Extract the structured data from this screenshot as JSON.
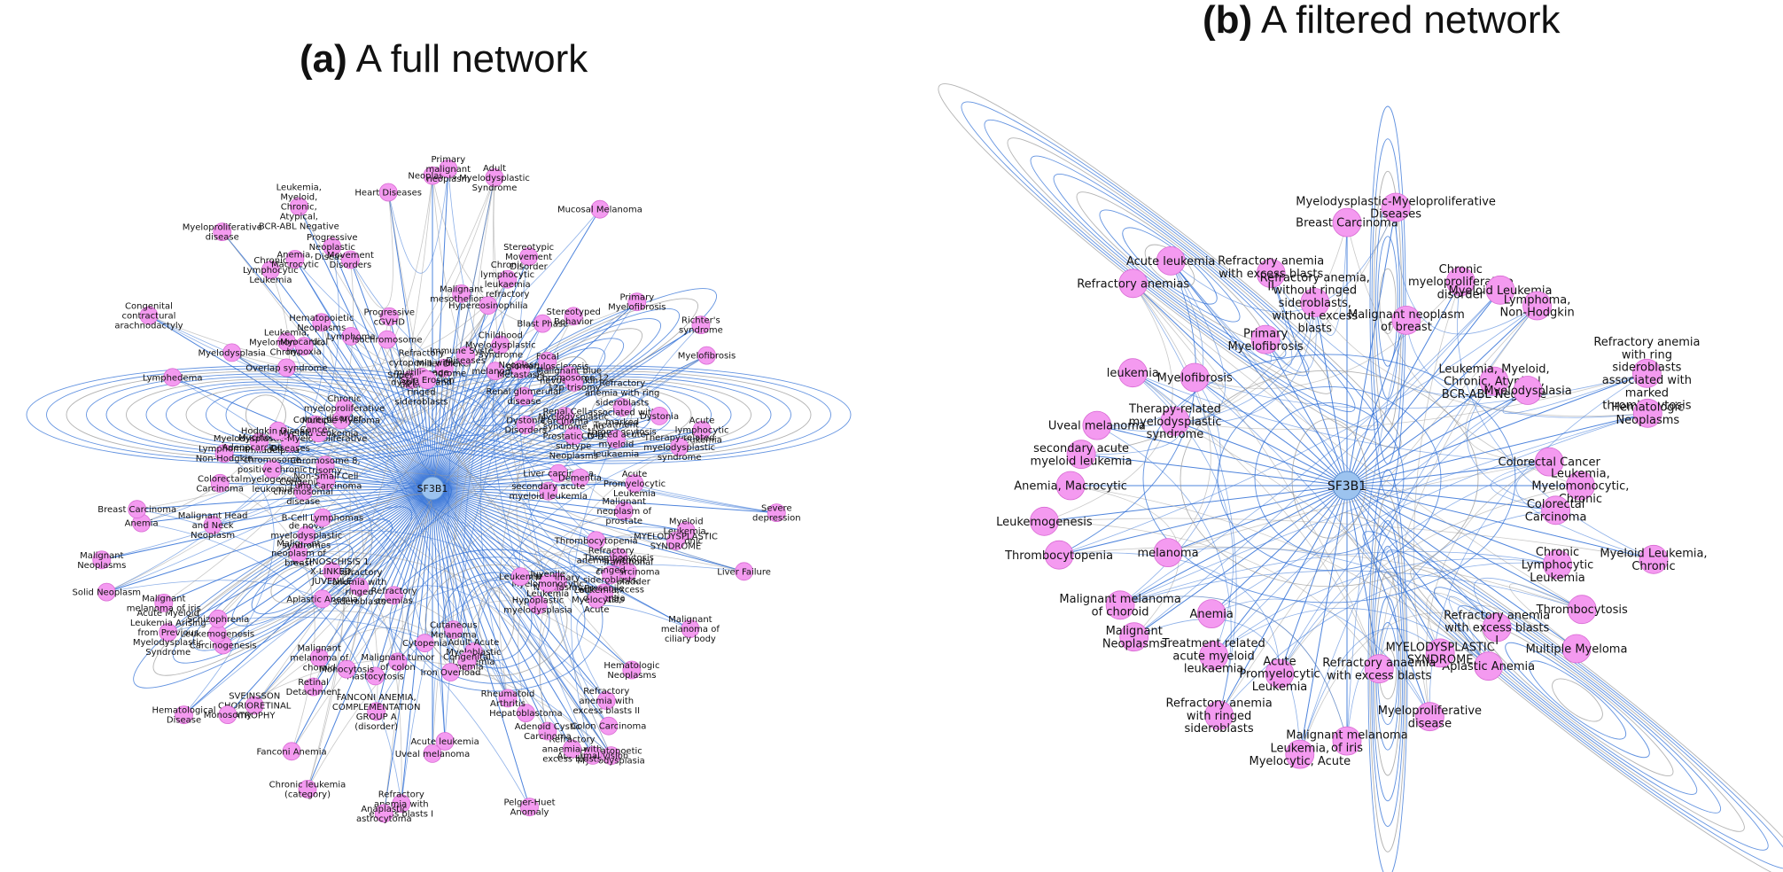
{
  "panel_a": {
    "tag": "(a)",
    "title": "A full network",
    "hub_label": "SF3B1",
    "hub_color": "#9cc3ef",
    "node_color": "#f49af0",
    "edge_colors": [
      "#2f6fd6",
      "#9a9a9a"
    ],
    "nodes": [
      "Neoplasms",
      "Primary malignant neoplasm",
      "Miller Dieker syndrome",
      "Malignant mesothelioma",
      "Adult Myelodysplastic Syndrome",
      "Immune System Diseases",
      "Hypereosinophilia",
      "Chronic lymphocytic leukaemia refractory",
      "Stereotypic Movement Disorder",
      "Childhood Myelodysplastic Syndrome",
      "melanoma",
      "Mucosal Melanoma",
      "Blast Phase",
      "Neoplasm Metastasis",
      "Stereotyped Behavior",
      "Focal glomerulosclerosis",
      "Renal glomerular disease",
      "Primary Myelofibrosis",
      "Malignant blue nevus of skin",
      "Chromosome 12, 12p trisomy",
      "Dystonia Disorders",
      "Richter's syndrome",
      "Renal Cell Carcinoma",
      "Myelofibrosis",
      "Refractory anemia with ring sideroblasts associated with marked thrombocytosis",
      "Myelodysplastic syndrome, no ProstaticCD-D subtype Neoplasms",
      "Dystonia",
      "Treatment related acute myeloid leukaemia",
      "Acute lymphocytic leukemia",
      "Therapy-related myelodysplastic syndrome",
      "Liver carcinoma",
      "Dementia",
      "Acute Promyelocytic Leukemia",
      "secondary acute myeloid leukemia",
      "Severe depression",
      "Malignant neoplasm of prostate",
      "Myeloid Leukemia, Chronic",
      "MYELODYSPLASTIC SYNDROME",
      "Liver Failure",
      "Thrombocytopenia",
      "Thrombocytosis",
      "Transitional cell carcinoma of bladder",
      "Refractory anemia without ringed sideroblasts, without excess blasts",
      "Malignant melanoma of ciliary body",
      "Presenile dementia",
      "Leukemia, Myelocytic, Acute",
      "Mammary Neoplasms",
      "Juvenile Myelomonocytic Leukemia",
      "Hematologic Neoplasms",
      "Leukemia",
      "Hypoplastic myelodysplasia",
      "Refractory anemia with excess blasts II",
      "Colon Carcinoma",
      "Hematopoetic Myelodysplasia",
      "Abnormal vision",
      "Refractory anaemia with excess blasts",
      "Adenoid Cystic Carcinoma",
      "Hepatoblastoma",
      "Rheumatoid Arthritis",
      "Pelger-Huet Anomaly",
      "Adult Acute Myeloblastic Leukemia",
      "Congenital anemia",
      "Cutaneous Melanoma",
      "Iron Overload",
      "Acute leukemia",
      "Uveal melanoma",
      "Cytopenia",
      "Refractory anemia with excess blasts I",
      "Anaplastic astrocytoma",
      "Malignant tumor of colon",
      "FANCONI ANEMIA, COMPLEMENTATION GROUP A (disorder)",
      "Mastocytosis",
      "Refractory anemias",
      "Chronic leukemia (category)",
      "Monocytosis",
      "Fanconi Anemia",
      "Retinal Detachment",
      "Malignant melanoma of choroid",
      "Refractory anemia with ringed sideroblasts",
      "SVEINSSON CHORIORETINAL ATROPHY",
      "Monosomy",
      "Aplastic Anemia",
      "Hematological Disease",
      "RETINOSCHISIS 1, X-LINKED, JUVENILE",
      "Carcinogenesis",
      "Leukemogenesis",
      "Schizophrenia",
      "Acute Myeloid Leukemia Arising from Previous Myelodysplastic Syndrome",
      "Malignant neoplasm of breast",
      "Malignant melanoma of iris",
      "de novo myelodysplastic syndromes",
      "Solid Neoplasm",
      "B-Cell Lymphomas",
      "Malignant Neoplasms",
      "Malignant Head and Neck Neoplasm",
      "Anemia",
      "Breast Carcinoma",
      "Congenital chromosomal disease",
      "Colorectal Carcinoma",
      "Non-Small Cell Lung Carcinoma",
      "Philadelphia chromosome positive chronic myelogenous leukemia",
      "Lymphoma, Non-Hodgkin",
      "Chromosome 8, trisomy",
      "Mucinous Adenocarcinoma",
      "Myelodysplastic-Myeloproliferative Diseases",
      "Hodgkin Disease",
      "Lymphedema",
      "Myeloid Leukemia",
      "Colorectal Cancer",
      "Congenital contractural arachnodactyly",
      "Myelodysplasia",
      "Multiple Myeloma",
      "Overlap syndrome",
      "Chronic myeloproliferative disorder",
      "Leukemia, Myelomonocytic, Chronic",
      "Myocardial hypoxia",
      "Myeloproliferative disease",
      "Chronic Lymphocytic Leukemia",
      "Hematopoietic Neoplasms",
      "Anemia, Macrocytic",
      "Lymphoma",
      "Leukemia, Myeloid, Chronic, Atypical, BCR-ABL Negative",
      "Progressive Neoplastic Disease",
      "Movement Disorders",
      "Isochromosome",
      "Progressive cGVHD",
      "Superficial ulcer",
      "Heart Diseases",
      "Refractory cytopenia with multilineage dysplasia and ringed sideroblasts",
      "Skin Erosion"
    ]
  },
  "panel_b": {
    "tag": "(b)",
    "title": "A filtered network",
    "hub_label": "SF3B1",
    "hub_color": "#9cc3ef",
    "node_color": "#f49af0",
    "edge_colors": [
      "#2f6fd6",
      "#9a9a9a"
    ],
    "nodes": [
      "Breast Carcinoma",
      "Myelodysplastic-Myeloproliferative Diseases",
      "Malignant neoplasm of breast",
      "Chronic myeloproliferative disorder",
      "Myeloid Leukemia",
      "Lymphoma, Non-Hodgkin",
      "Leukemia, Myeloid, Chronic, Atypical, BCR-ABL Negative",
      "Myelodysplasia",
      "Refractory anemia with ring sideroblasts associated with marked thrombocytosis",
      "Hematologic Neoplasms",
      "Colorectal Cancer",
      "Leukemia, Myelomonocytic, Chronic",
      "Colorectal Carcinoma",
      "Myeloid Leukemia, Chronic",
      "Chronic Lymphocytic Leukemia",
      "Thrombocytosis",
      "Multiple Myeloma",
      "Refractory anemia with excess blasts I",
      "Aplastic Anemia",
      "MYELODYSPLASTIC SYNDROME",
      "Myeloproliferative disease",
      "Refractory anaemia with excess blasts",
      "Malignant melanoma of iris",
      "Leukemia, Myelocytic, Acute",
      "Acute Promyelocytic Leukemia",
      "Refractory anemia with ringed sideroblasts",
      "Treatment related acute myeloid leukaemia",
      "Anemia",
      "Malignant Neoplasms",
      "Malignant melanoma of choroid",
      "melanoma",
      "Thrombocytopenia",
      "Leukemogenesis",
      "Anemia, Macrocytic",
      "secondary acute myeloid leukemia",
      "Uveal melanoma",
      "Therapy-related myelodysplastic syndrome",
      "leukemia",
      "Myelofibrosis",
      "Refractory anemias",
      "Acute leukemia",
      "Primary Myelofibrosis",
      "Refractory anemia with excess blasts II",
      "Refractory anemia, without ringed sideroblasts, without excess blasts"
    ]
  }
}
